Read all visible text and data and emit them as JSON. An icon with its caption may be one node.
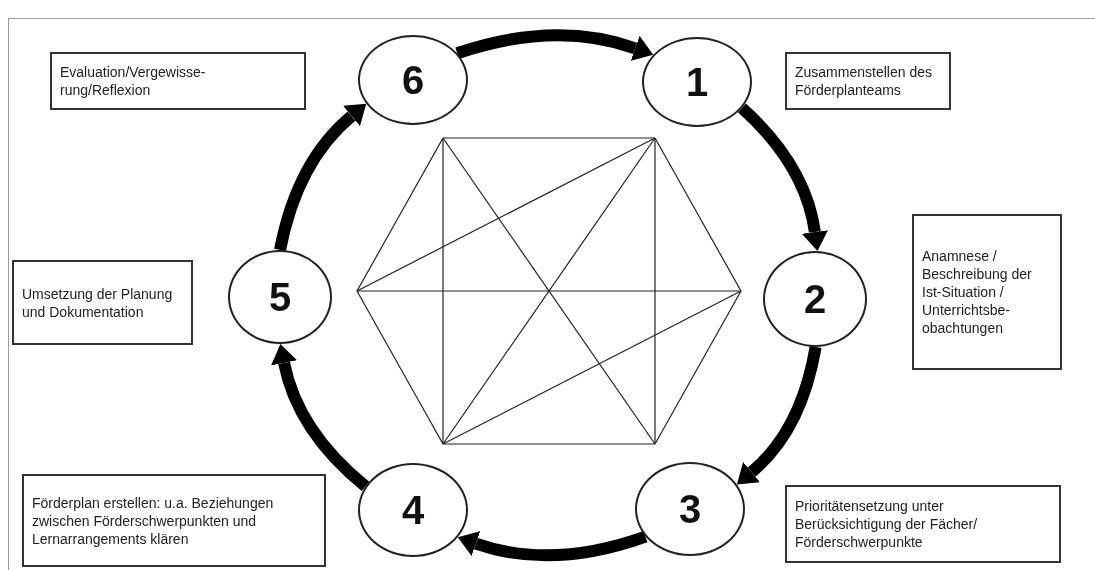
{
  "diagram": {
    "nodes": [
      {
        "text": [
          "Evaluation/Vergewisse- rung/Reflexion"
        ]
      },
      {
        "text": [
          "6"
        ]
      },
      {
        "text": [
          "1"
        ]
      },
      {
        "text": [
          "Zusammenstellen des Förderplanteams"
        ]
      },
      {
        "text": [
          "Anamnese / Beschreibung der Ist-Situation / Unterrichtsbe- obachtungen"
        ]
      },
      {
        "text": [
          "Umsetzung der Planung und Dokumentation"
        ]
      },
      {
        "text": [
          "5"
        ]
      },
      {
        "text": [
          "2"
        ]
      },
      {
        "text": [
          "Förderplan erstellen: u.a. Beziehungen zwischen Förderschwerpunkten und Lernarrangements klären"
        ]
      },
      {
        "text": [
          "4"
        ]
      },
      {
        "text": [
          "3"
        ]
      },
      {
        "text": [
          "Prioritätensetzung unter Berücksichtigung der Fächer/ Förderschwerpunkte"
        ]
      }
    ],
    "edges": [
      {
        "from": 1,
        "to": 2,
        "arrow": "to"
      },
      {
        "from": 2,
        "to": 7,
        "arrow": "to"
      },
      {
        "from": 7,
        "to": 10,
        "arrow": "to"
      },
      {
        "from": 10,
        "to": 9,
        "arrow": "to"
      },
      {
        "from": 9,
        "to": 6,
        "arrow": "to"
      },
      {
        "from": 6,
        "to": 1,
        "arrow": "to"
      }
    ]
  }
}
